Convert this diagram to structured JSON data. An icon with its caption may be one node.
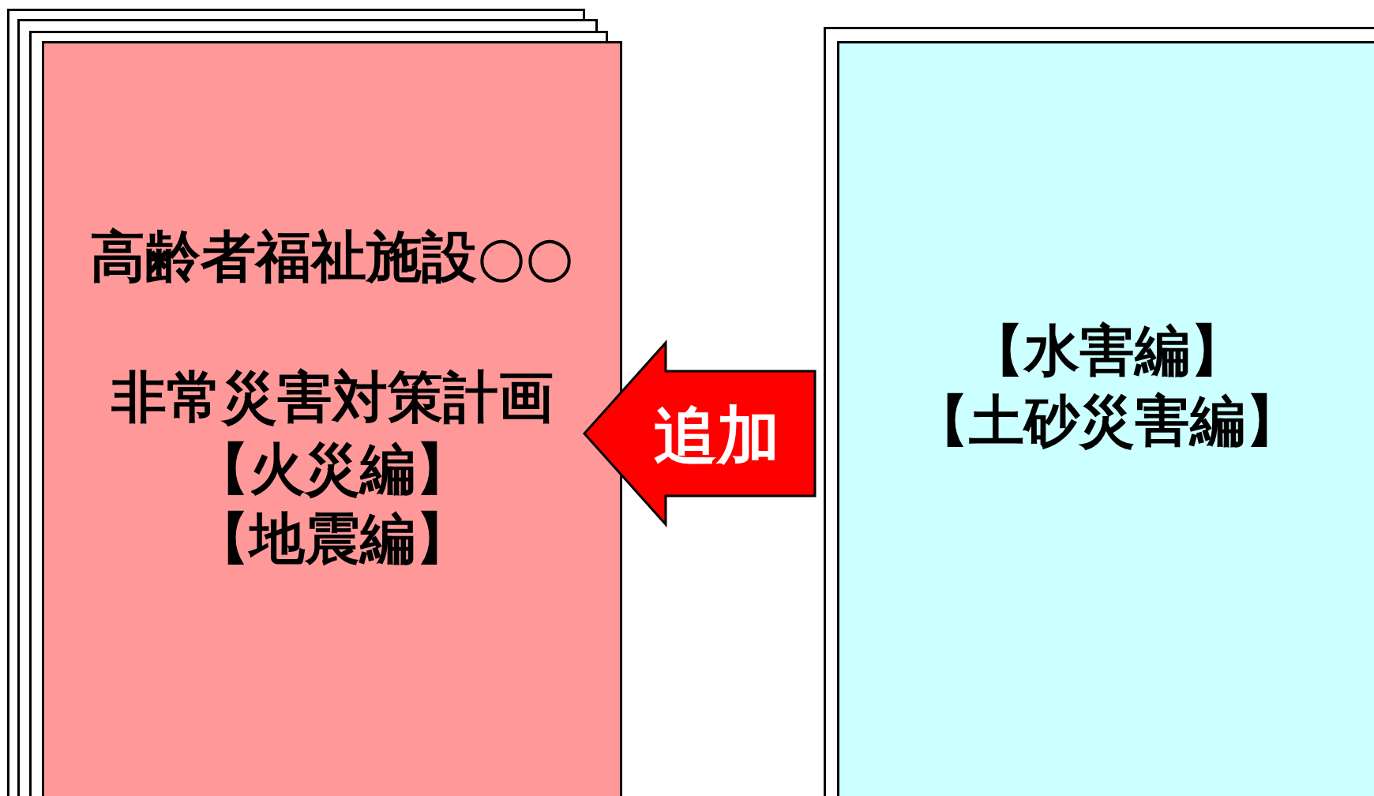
{
  "diagram": {
    "nodes": [
      {
        "text": [
          "高齢者福祉施設○○",
          "非常災害対策計画",
          "【火災編】",
          "【地震編】"
        ]
      },
      {
        "text": [
          "【水害編】",
          "【土砂災害編】"
        ]
      }
    ],
    "edges": [
      {
        "from": 1,
        "to": 0,
        "arrow": "to",
        "label": "追加",
        "color": "#ff0000"
      }
    ]
  }
}
